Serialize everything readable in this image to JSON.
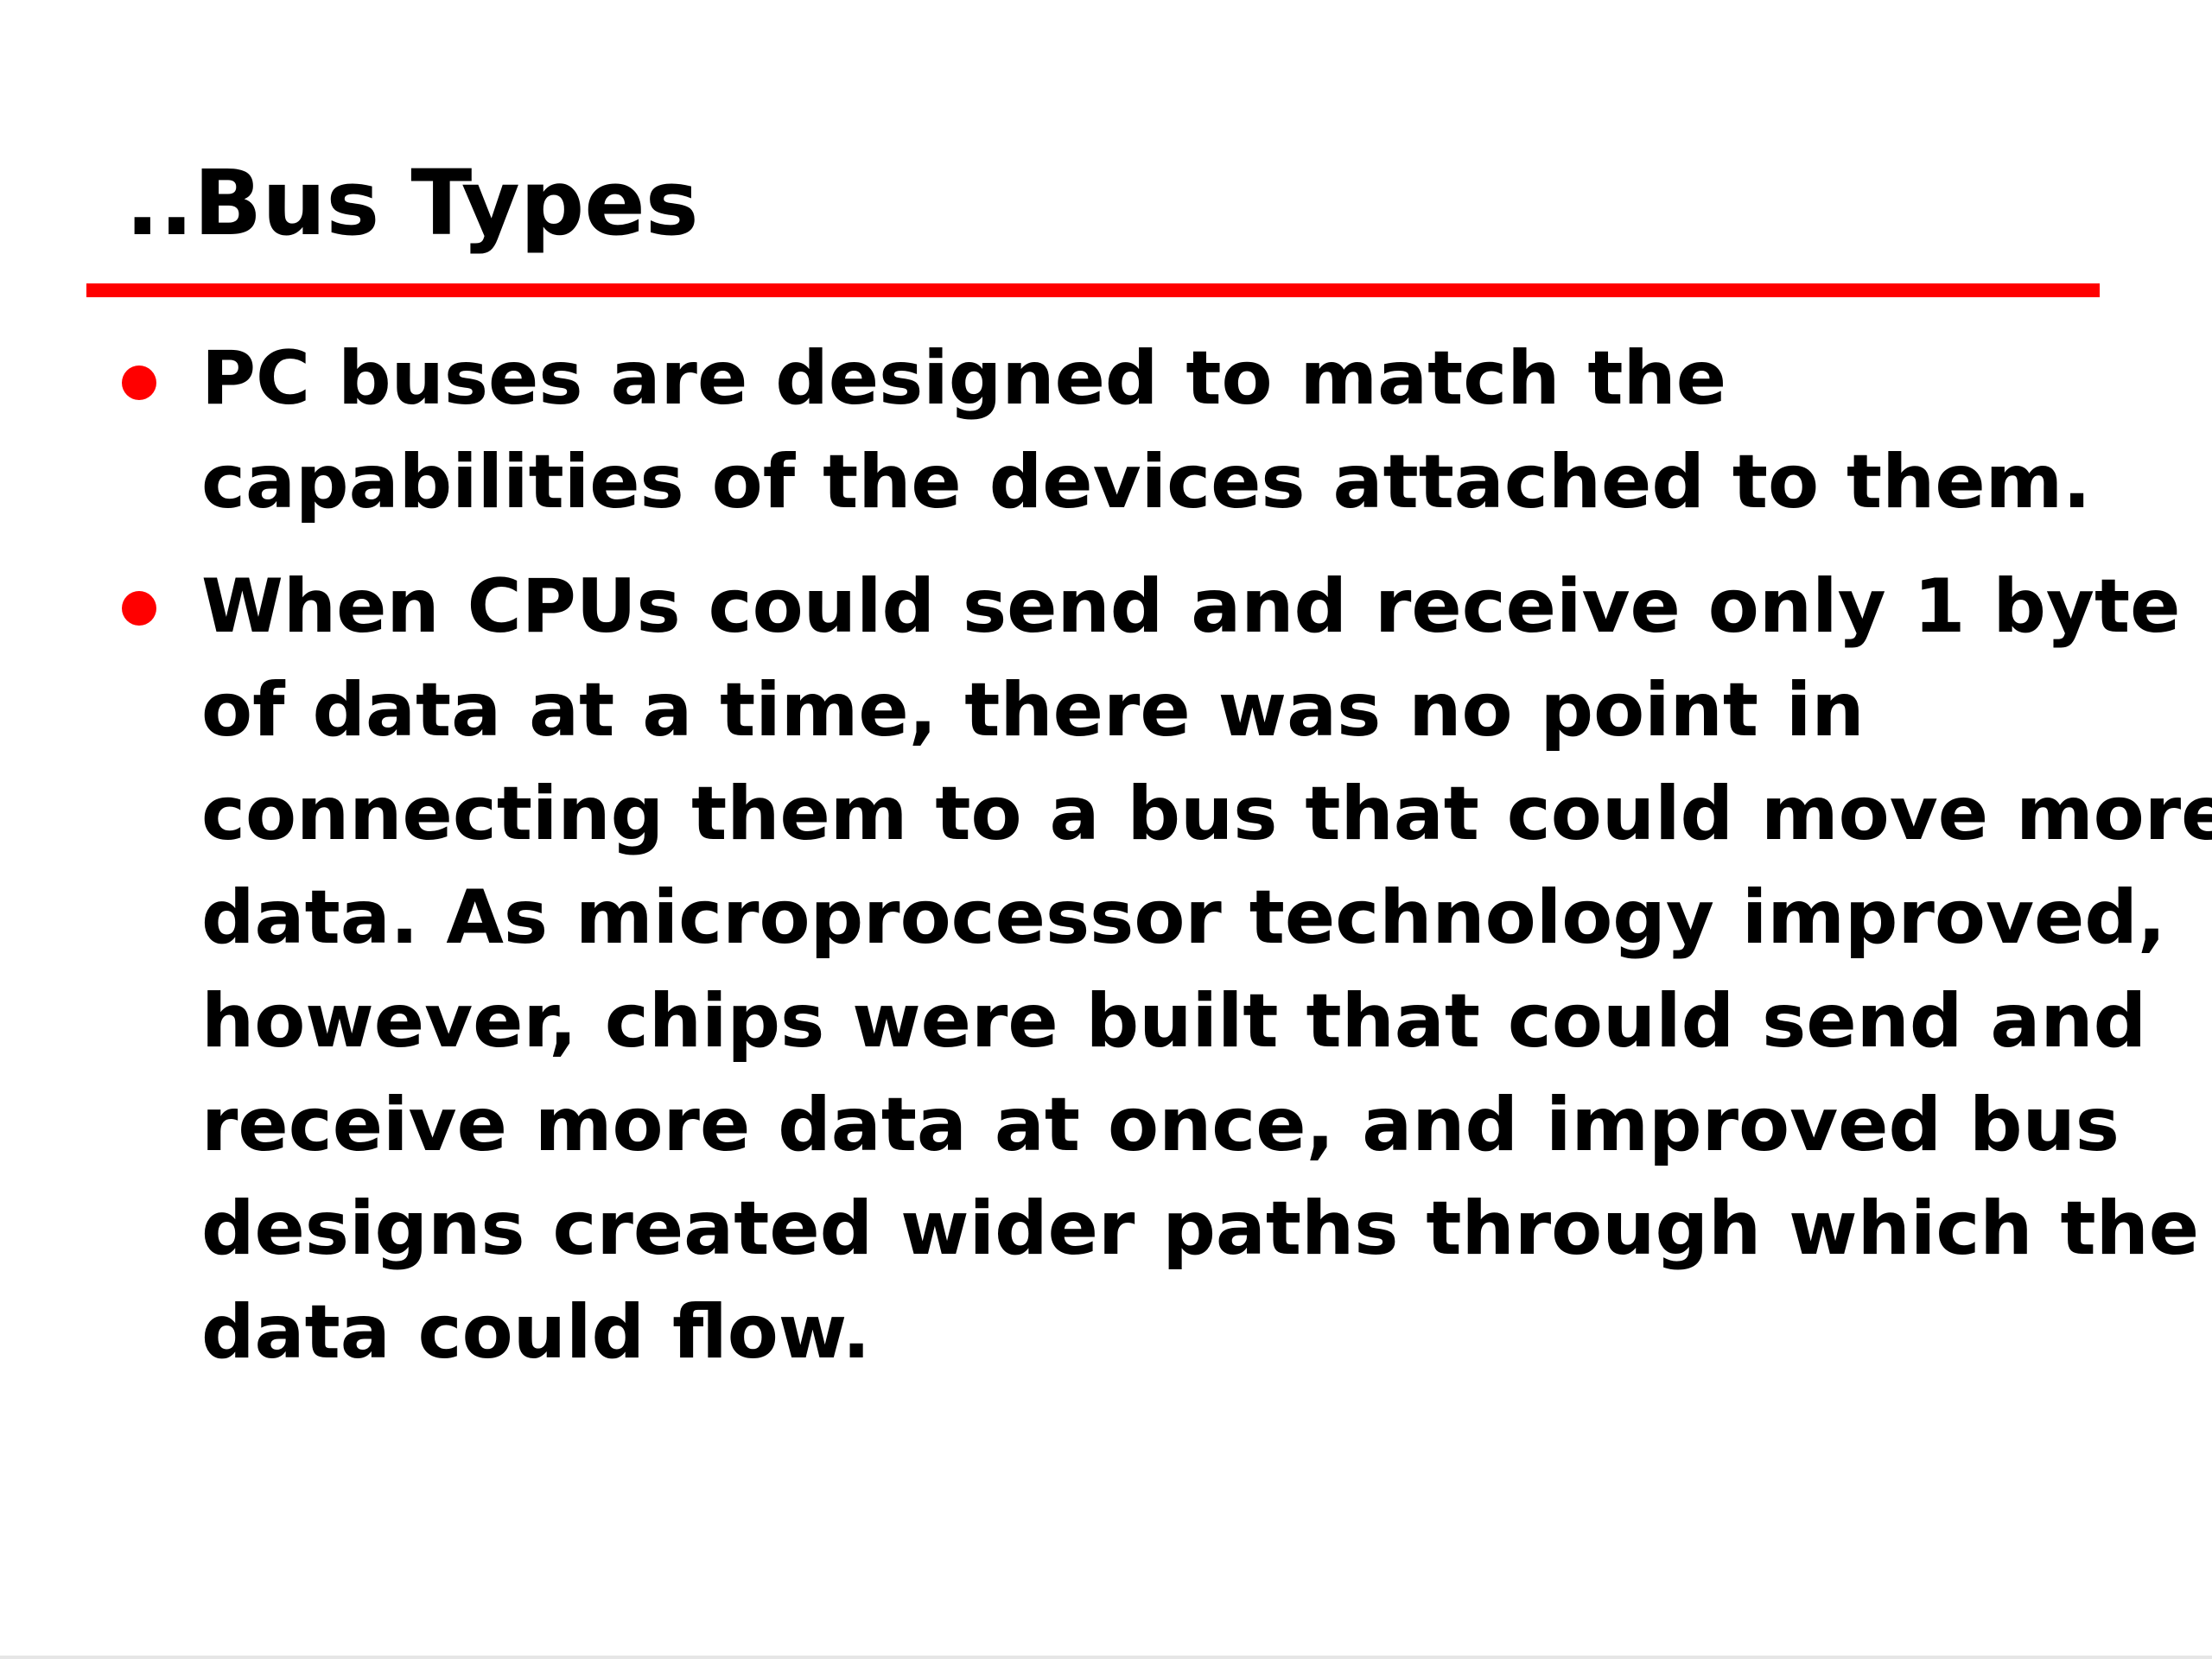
{
  "slide": {
    "title": "..Bus Types",
    "accent_color": "#ff0000",
    "bullets": [
      {
        "bold_lead": "PC buses",
        "lines": [
          " are designed to match the",
          "capabilities of the devices attached to them."
        ]
      },
      {
        "lines": [
          "When CPUs could send and receive only 1 byte",
          "of data at a time, there was no point in",
          "connecting them to a bus that could move more",
          "data. As microprocessor technology improved,",
          "however, chips were built that could send and",
          "receive more data at once, and improved bus",
          "designs created wider paths through which the",
          "data could flow."
        ]
      }
    ]
  }
}
